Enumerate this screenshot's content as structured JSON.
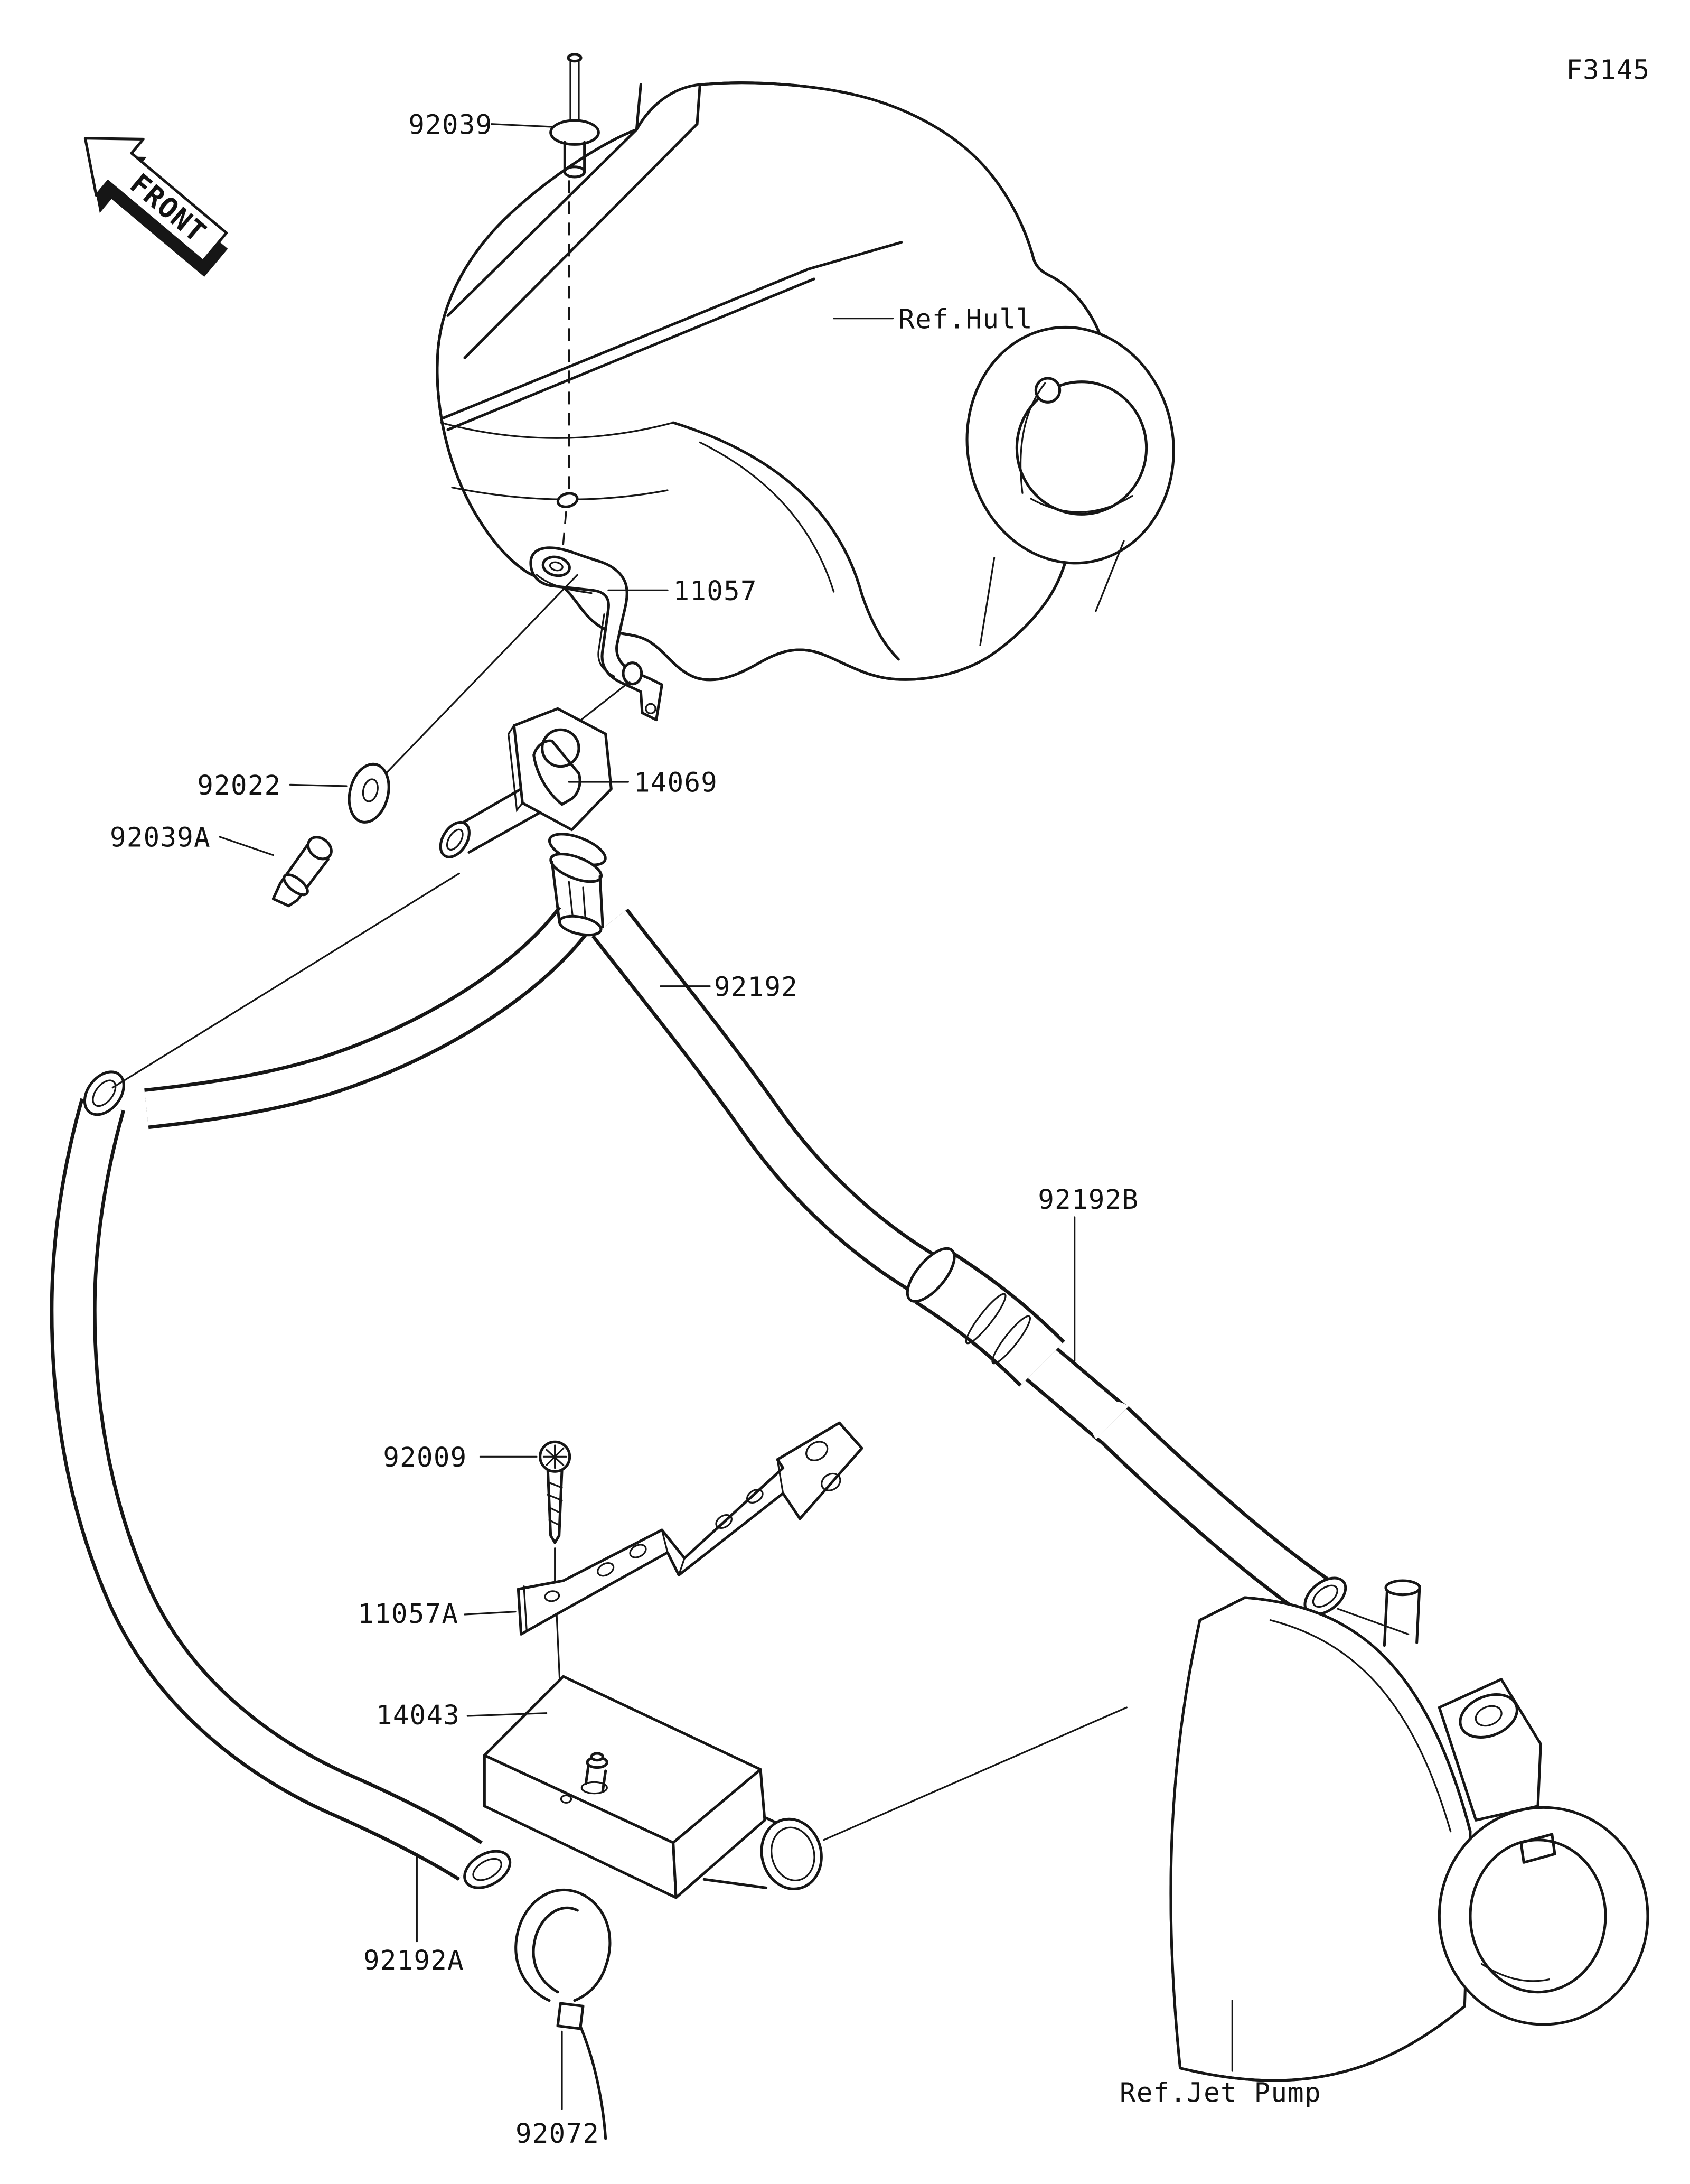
{
  "diagram": {
    "figure_code": "F3145",
    "orientation_marker": "FRONT",
    "type": "parts-exploded-diagram",
    "colors": {
      "line": "#161616",
      "background": "#ffffff"
    },
    "labels": {
      "f3145": "F3145",
      "front": "FRONT",
      "p92039": "92039",
      "ref_hull": "Ref.Hull",
      "p11057": "11057",
      "p92022": "92022",
      "p14069": "14069",
      "p92039a": "92039A",
      "p92192": "92192",
      "p92192b": "92192B",
      "p92009": "92009",
      "p11057a": "11057A",
      "p14043": "14043",
      "p92192a": "92192A",
      "p92072": "92072",
      "ref_jet_pump": "Ref.Jet Pump"
    },
    "part_numbers": [
      "92039",
      "11057",
      "92022",
      "14069",
      "92039A",
      "92192",
      "92192B",
      "92009",
      "11057A",
      "14043",
      "92192A",
      "92072"
    ],
    "references": [
      "Ref.Hull",
      "Ref.Jet Pump"
    ]
  }
}
